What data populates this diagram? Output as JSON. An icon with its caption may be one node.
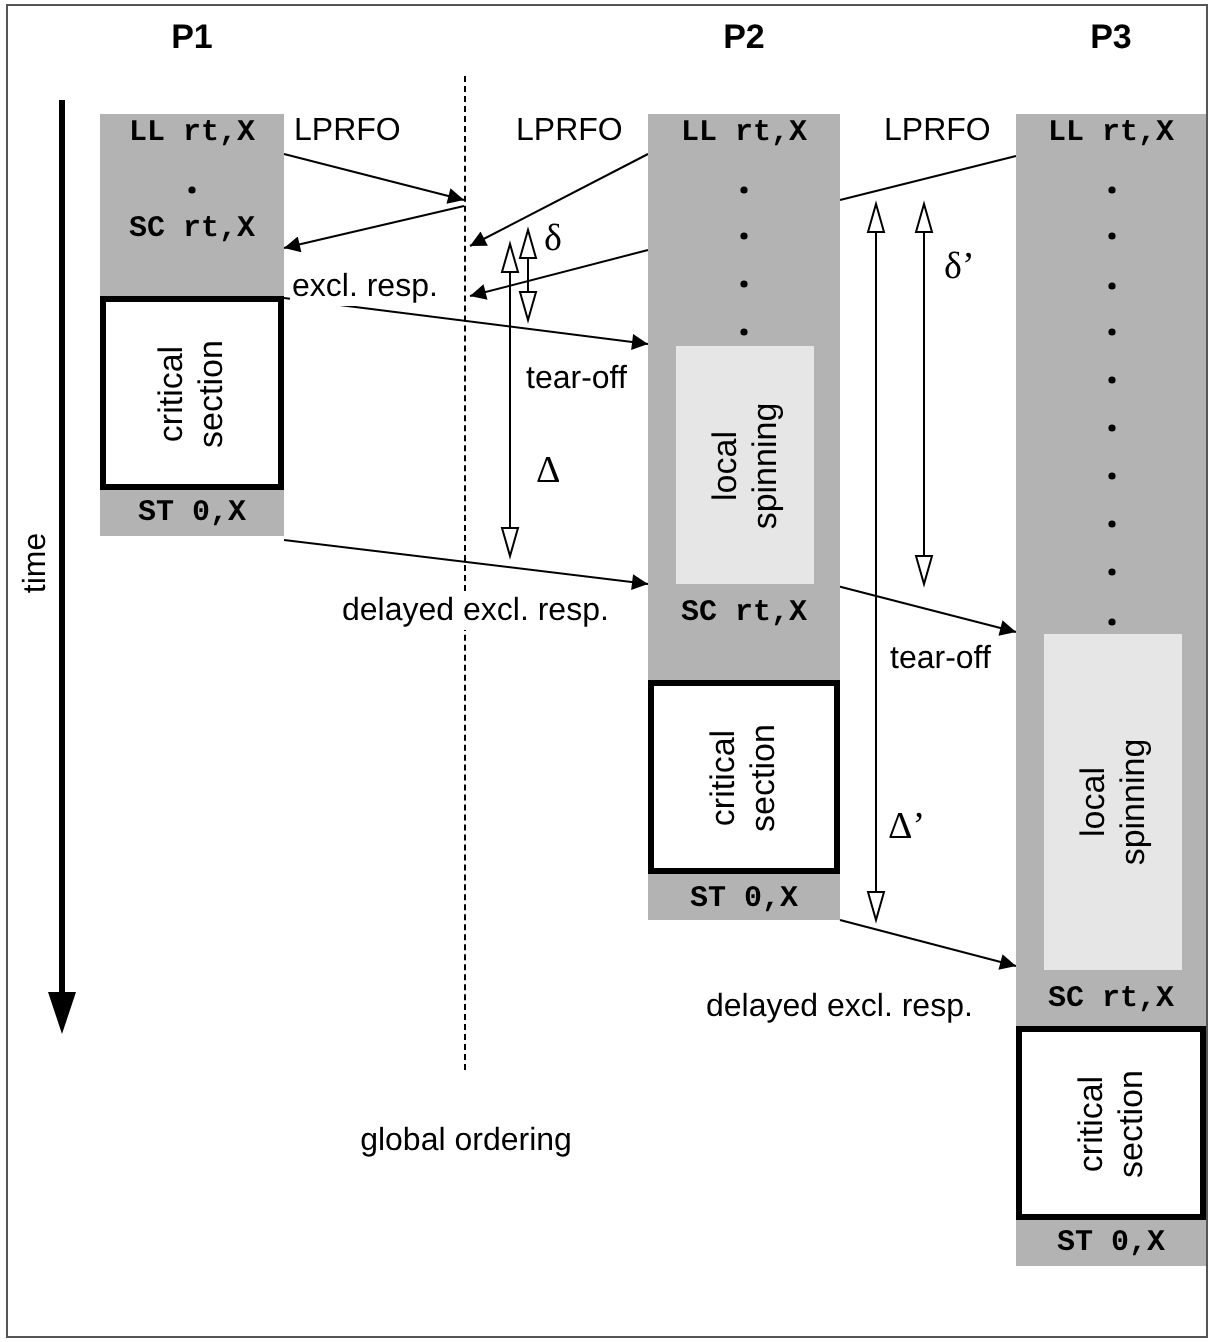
{
  "diagram": {
    "nodes": [
      {
        "text": [
          "P1",
          "LL rt,X",
          "SC rt,X",
          "ST 0,X"
        ]
      },
      {
        "text": [
          "critical section"
        ],
        "in": 0
      },
      {
        "text": [
          "P2",
          "LL rt,X",
          "SC rt,X",
          "ST 0,X"
        ]
      },
      {
        "text": [
          "local spinning"
        ],
        "in": 2
      },
      {
        "text": [
          "critical section"
        ],
        "in": 2
      },
      {
        "text": [
          "P3",
          "LL rt,X",
          "SC rt,X",
          "ST 0,X"
        ]
      },
      {
        "text": [
          "local spinning"
        ],
        "in": 5
      },
      {
        "text": [
          "critical section"
        ],
        "in": 5
      },
      {
        "text": [],
        "shape": "line",
        "beside": [
          "global ordering"
        ]
      }
    ],
    "edges": [
      {
        "from": 0,
        "to": 8,
        "arrow": "to",
        "label": "LPRFO"
      },
      {
        "from": 8,
        "to": 0,
        "arrow": "to",
        "label": "excl. resp."
      },
      {
        "from": 2,
        "to": 8,
        "arrow": "to",
        "label": "LPRFO"
      },
      {
        "from": 5,
        "to": 2,
        "arrow": "none",
        "label": "LPRFO"
      },
      {
        "from": 2,
        "to": 8,
        "arrow": "to"
      },
      {
        "from": 1,
        "to": 2,
        "arrow": "to",
        "label": "tear-off"
      },
      {
        "from": 0,
        "to": 2,
        "arrow": "to",
        "label": "delayed excl. resp."
      },
      {
        "from": 3,
        "to": 5,
        "arrow": "to",
        "label": "tear-off"
      },
      {
        "from": 2,
        "to": 5,
        "arrow": "to",
        "label": "delayed excl. resp."
      }
    ],
    "labels": [
      "δ",
      "Δ",
      "δ’",
      "Δ’",
      "time"
    ]
  }
}
